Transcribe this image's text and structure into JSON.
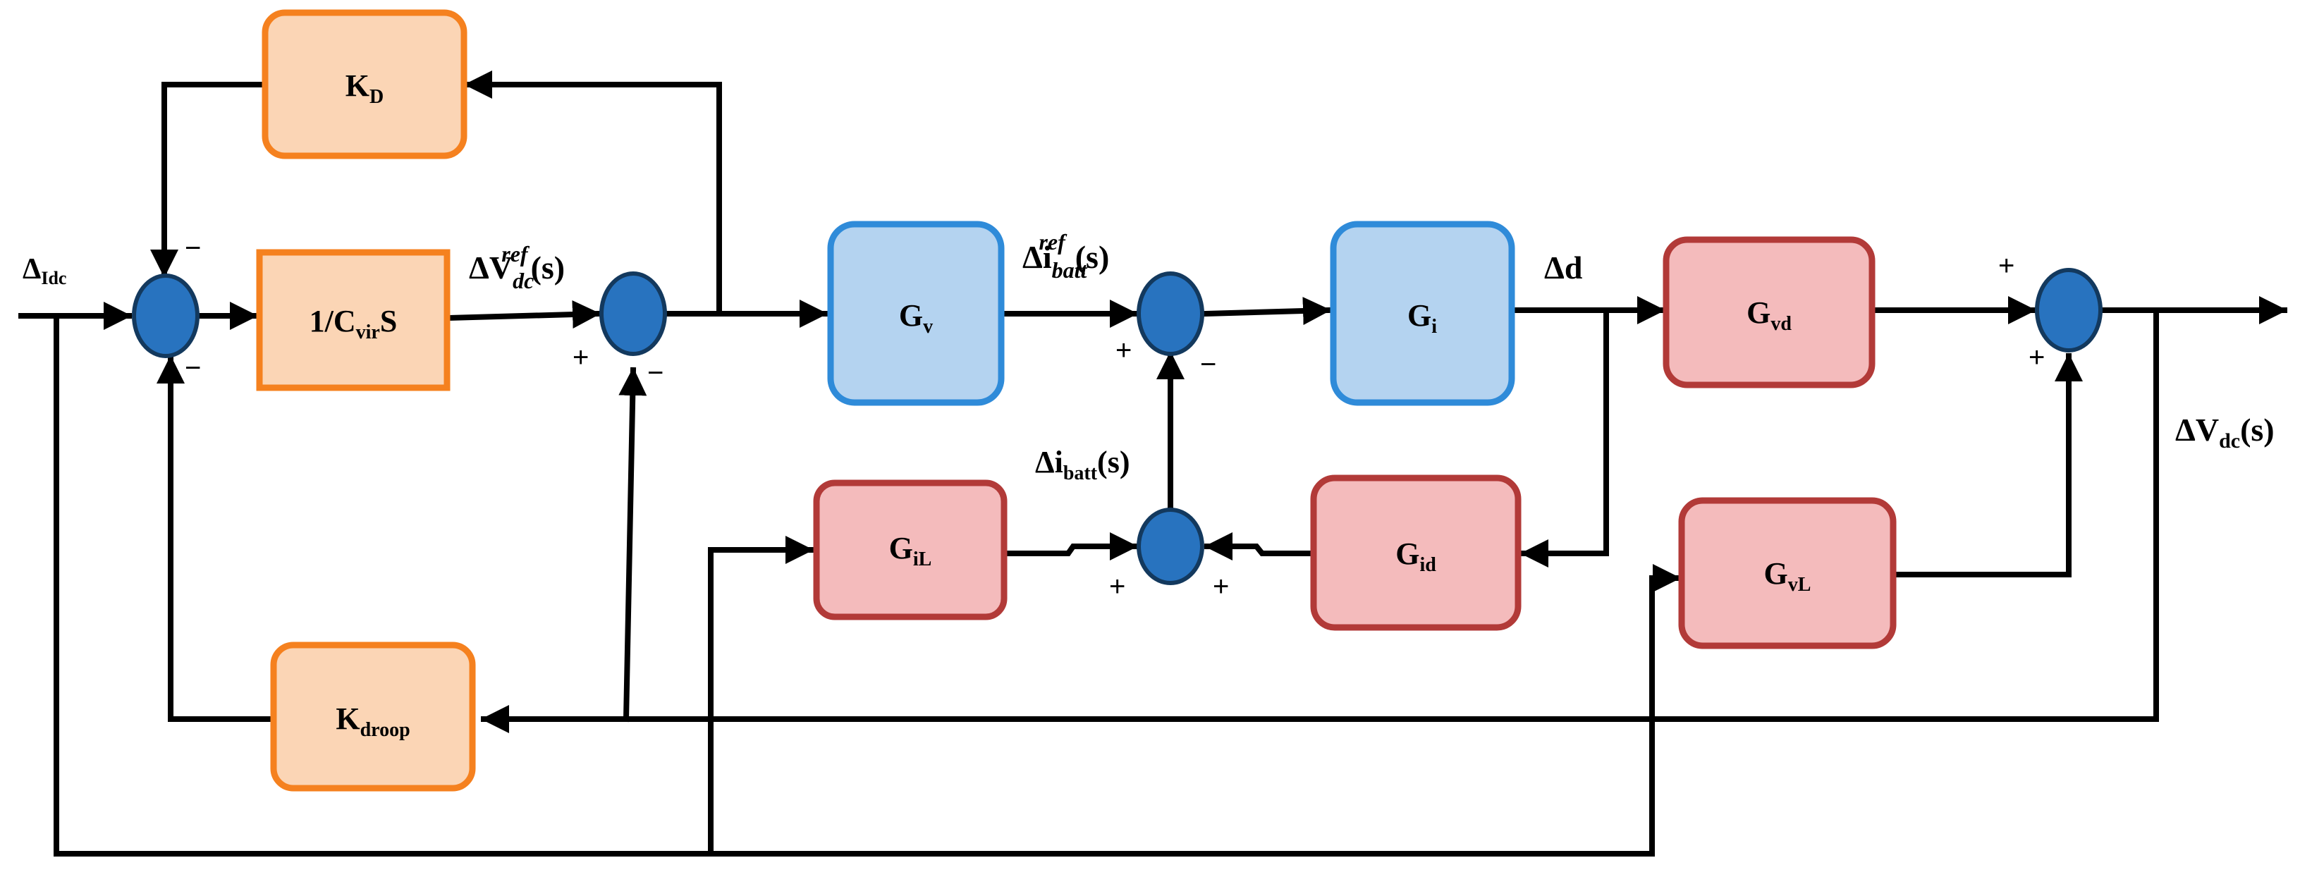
{
  "colors": {
    "orange_fill": "#FBD5B5",
    "orange_stroke": "#F5811F",
    "blue_fill": "#B4D3F0",
    "blue_stroke": "#2F8BD9",
    "red_fill": "#F4BBBC",
    "red_stroke": "#B23A38",
    "junction_fill": "#2873BF",
    "junction_stroke": "#13395E",
    "wire": "#000000"
  },
  "blocks": {
    "kd": {
      "main": "K",
      "sub": "D"
    },
    "cvir": {
      "pre": "1/C",
      "sub": "vir",
      "post": "S"
    },
    "kdroop": {
      "main": "K",
      "sub": "droop"
    },
    "gv": {
      "main": "G",
      "sub": "v"
    },
    "gi": {
      "main": "G",
      "sub": "i"
    },
    "gvd": {
      "main": "G",
      "sub": "vd"
    },
    "gil": {
      "main": "G",
      "sub": "iL"
    },
    "gid": {
      "main": "G",
      "sub": "id"
    },
    "gvl": {
      "main": "G",
      "sub": "vL"
    }
  },
  "signals": {
    "input": {
      "main": "Δ",
      "sub": "Idc"
    },
    "vref": {
      "main": "ΔV",
      "sup": "ref",
      "sub": "dc",
      "post": "(s)"
    },
    "iref": {
      "main": "Δi",
      "sup": "ref",
      "sub": "batt",
      "post": "(s)"
    },
    "ibatt": {
      "main": "Δi",
      "sub": "batt",
      "post": "(s)"
    },
    "duty": {
      "main": "Δd"
    },
    "output": {
      "main": "ΔV",
      "sub": "dc",
      "post": "(s)"
    }
  },
  "signs": {
    "s1_top": "−",
    "s1_bottom": "−",
    "s2_left": "+",
    "s2_bottom": "−",
    "s3_left": "+",
    "s3_right": "−",
    "s4_left": "+",
    "s4_right": "+",
    "s5_top": "+",
    "s5_bottom": "+"
  }
}
